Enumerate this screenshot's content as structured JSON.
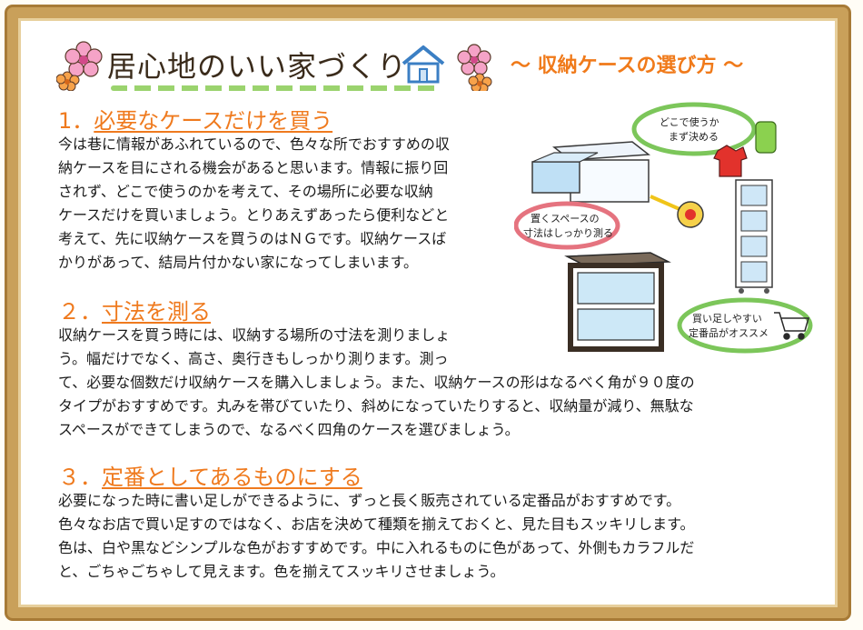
{
  "header": {
    "logo_text": "居心地のいい家づくり",
    "page_title": "～ 収納ケースの選び方 ～"
  },
  "illustration": {
    "bubble_top": [
      "どこで使うか",
      "まず決める"
    ],
    "bubble_left": [
      "置くスペースの",
      "寸法はしっかり測る"
    ],
    "bubble_bottom": [
      "買い足しやすい",
      "定番品がオススメ"
    ]
  },
  "sections": [
    {
      "number": "1．",
      "title": "必要なケースだけを買う",
      "lines": [
        "今は巷に情報があふれているので、色々な所でおすすめの収",
        "納ケースを目にされる機会があると思います。情報に振り回",
        "されず、どこで使うのかを考えて、その場所に必要な収納",
        "ケースだけを買いましょう。とりあえずあったら便利などと",
        "考えて、先に収納ケースを買うのはＮＧです。収納ケースば",
        "かりがあって、結局片付かない家になってしまいます。"
      ]
    },
    {
      "number": "２．",
      "title": "寸法を測る",
      "lines": [
        "収納ケースを買う時には、収納する場所の寸法を測りましょ",
        "う。幅だけでなく、高さ、奥行きもしっかり測ります。測っ",
        "て、必要な個数だけ収納ケースを購入しましょう。また、収納ケースの形はなるべく角が９０度の",
        "タイプがおすすめです。丸みを帯びていたり、斜めになっていたりすると、収納量が減り、無駄な",
        "スペースができてしまうので、なるべく四角のケースを選びましょう。"
      ]
    },
    {
      "number": "３．",
      "title": "定番としてあるものにする",
      "lines": [
        "必要になった時に書い足しができるように、ずっと長く販売されている定番品がおすすめです。",
        "色々なお店で買い足すのではなく、お店を決めて種類を揃えておくと、見た目もスッキリします。",
        "色は、白や黒などシンプルな色がおすすめです。中に入れるものに色があって、外側もカラフルだ",
        "と、ごちゃごちゃして見えます。色を揃えてスッキリさせましょう。"
      ]
    }
  ],
  "colors": {
    "accent": "#ef7a1e",
    "frame": "#c9a05a",
    "green": "#9bd36e"
  }
}
